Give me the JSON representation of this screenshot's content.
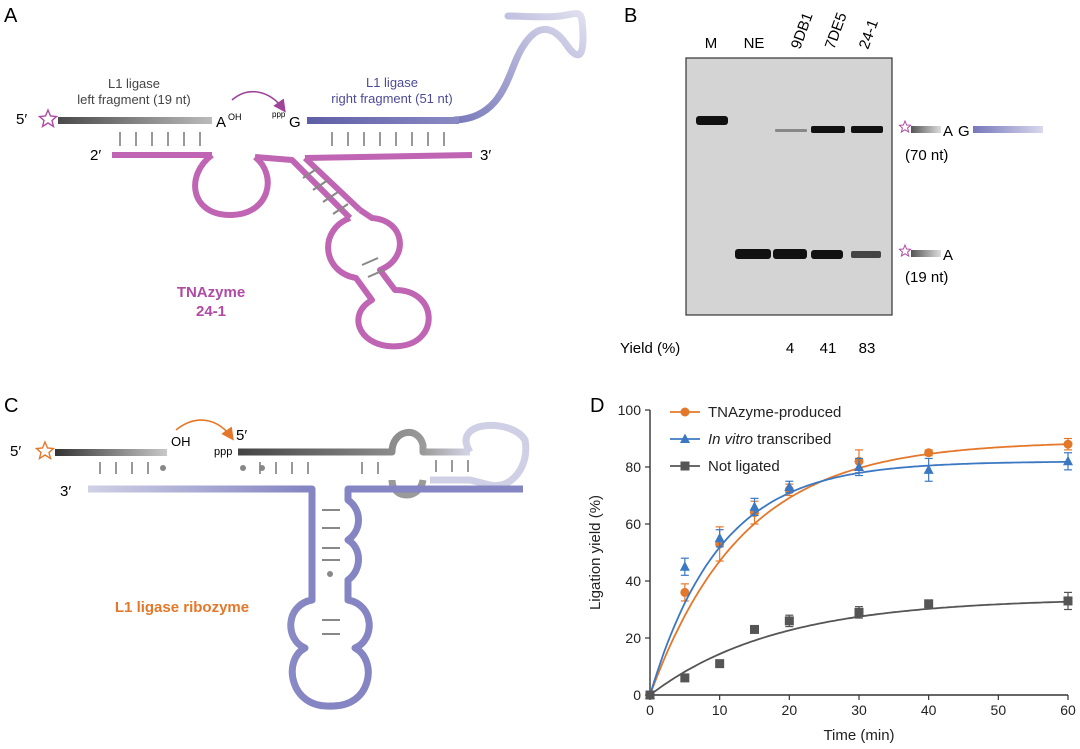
{
  "panels": {
    "a": "A",
    "b": "B",
    "c": "C",
    "d": "D"
  },
  "panel_a": {
    "five_prime": "5′",
    "left_fragment_line1": "L1 ligase",
    "left_fragment_line2": "left fragment (19 nt)",
    "right_fragment_line1": "L1 ligase",
    "right_fragment_line2": "right fragment (51 nt)",
    "a_base": "A",
    "oh": "OH",
    "ppp": "ppp",
    "g_base": "G",
    "two_prime": "2′",
    "three_prime": "3′",
    "enzyme_line1": "TNAzyme",
    "enzyme_line2": "24-1",
    "colors": {
      "enzyme": "#b04aa4",
      "right_fragment": "#7777bb",
      "left_fragment": "#555555"
    }
  },
  "panel_b": {
    "lanes": [
      "M",
      "NE",
      "9DB1",
      "7DE5",
      "24-1"
    ],
    "product_base_a": "A",
    "product_base_g": "G",
    "product_size": "(70 nt)",
    "substrate_base": "A",
    "substrate_size": "(19 nt)",
    "yield_label": "Yield (%)",
    "yields": [
      "",
      "",
      "4",
      "41",
      "83"
    ],
    "band_intensity": {
      "product": [
        0,
        0,
        0.15,
        0.85,
        0.9
      ],
      "substrate": [
        0,
        1,
        1,
        0.9,
        0.55
      ],
      "marker": 1
    }
  },
  "panel_c": {
    "five_prime_left": "5′",
    "oh": "OH",
    "ppp": "ppp",
    "five_prime_right": "5′",
    "three_prime": "3′",
    "title": "L1 ligase ribozyme",
    "colors": {
      "title": "#e4782a",
      "ribozyme": "#8585c3"
    }
  },
  "chart_data": {
    "type": "scatter",
    "xlabel": "Time (min)",
    "ylabel": "Ligation yield (%)",
    "xlim": [
      0,
      60
    ],
    "ylim": [
      0,
      100
    ],
    "xticks": [
      0,
      10,
      20,
      30,
      40,
      50,
      60
    ],
    "yticks": [
      0,
      20,
      40,
      60,
      80,
      100
    ],
    "grid": false,
    "legend_position": "top-left",
    "series": [
      {
        "name": "TNAzyme-produced",
        "legend_prefix": "",
        "legend_italic": "",
        "legend_suffix": "TNAzyme-produced",
        "color": "#e4782a",
        "marker": "circle",
        "x": [
          0,
          5,
          10,
          15,
          20,
          30,
          40,
          60
        ],
        "y": [
          0,
          36,
          53,
          64,
          72,
          82,
          85,
          88
        ],
        "err": [
          0,
          3,
          6,
          4,
          2,
          4,
          1,
          2
        ],
        "fit_plateau": 89,
        "fit_rate": 0.075
      },
      {
        "name": "In vitro transcribed",
        "legend_prefix": "",
        "legend_italic": "In vitro",
        "legend_suffix": " transcribed",
        "color": "#3b78c3",
        "marker": "triangle",
        "x": [
          0,
          5,
          10,
          15,
          20,
          30,
          40,
          60
        ],
        "y": [
          0,
          45,
          55,
          66,
          73,
          80,
          79,
          82
        ],
        "err": [
          0,
          3,
          3,
          3,
          2,
          3,
          4,
          3
        ],
        "fit_plateau": 82,
        "fit_rate": 0.1
      },
      {
        "name": "Not ligated",
        "legend_prefix": "",
        "legend_italic": "",
        "legend_suffix": "Not ligated",
        "color": "#555555",
        "marker": "square",
        "x": [
          0,
          5,
          10,
          15,
          20,
          30,
          40,
          60
        ],
        "y": [
          0,
          6,
          11,
          23,
          26,
          29,
          32,
          33
        ],
        "err": [
          0,
          0,
          0,
          0,
          2,
          2,
          0,
          3
        ],
        "fit_plateau": 34,
        "fit_rate": 0.055
      }
    ]
  }
}
